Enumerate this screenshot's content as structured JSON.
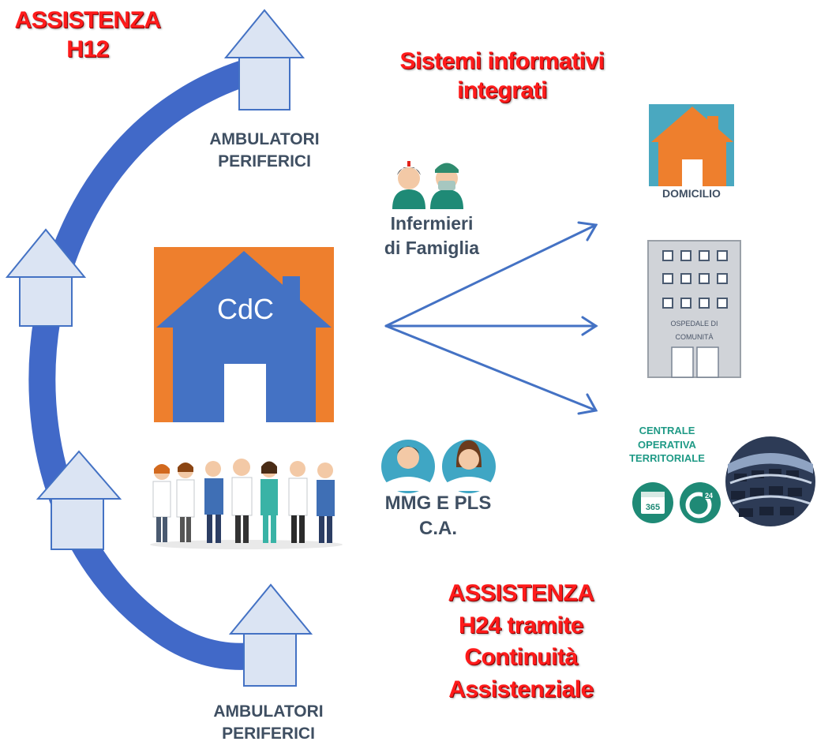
{
  "h12": {
    "line1": "ASSISTENZA",
    "line2": "H12"
  },
  "sistemi": {
    "line1": "Sistemi informativi",
    "line2": "integrati"
  },
  "h24": {
    "line1": "ASSISTENZA",
    "line2": "H24 tramite",
    "line3": "Continuità",
    "line4": "Assistenziale"
  },
  "ambulatori_top": {
    "line1": "AMBULATORI",
    "line2": "PERIFERICI"
  },
  "ambulatori_bottom": {
    "line1": "AMBULATORI",
    "line2": "PERIFERICI"
  },
  "cdc": {
    "label": "CdC"
  },
  "infermieri": {
    "line1": "Infermieri",
    "line2": "di Famiglia"
  },
  "mmg": {
    "line1": "MMG E PLS",
    "line2": "C.A."
  },
  "domicilio": {
    "label": "DOMICILIO"
  },
  "ospedale": {
    "line1": "OSPEDALE DI",
    "line2": "COMUNITÀ"
  },
  "cot": {
    "line1": "CENTRALE",
    "line2": "OPERATIVA",
    "line3": "TERRITORIALE",
    "calendar_number": "365",
    "clock_number": "24"
  },
  "colors": {
    "red": "#ff1b1b",
    "arc_blue": "#4169c8",
    "house_light": "#dbe4f3",
    "orange": "#ee7f2d",
    "cdc_blue": "#4472c4",
    "teal": "#1f9a86"
  }
}
